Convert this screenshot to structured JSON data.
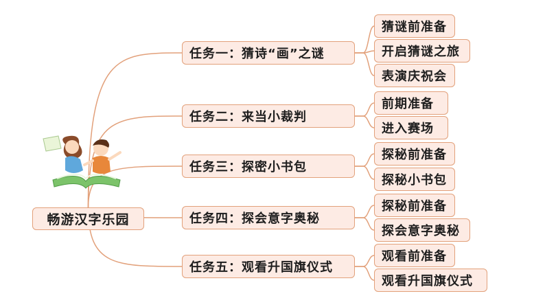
{
  "root": {
    "label": "畅游汉字乐园"
  },
  "tasks": [
    {
      "label": "任务一：猜诗“画”之谜",
      "subs": [
        "猜谜前准备",
        "开启猜谜之旅",
        "表演庆祝会"
      ]
    },
    {
      "label": "任务二：来当小裁判",
      "subs": [
        "前期准备",
        "进入赛场"
      ]
    },
    {
      "label": "任务三：探密小书包",
      "subs": [
        "探秘前准备",
        "探秘小书包"
      ]
    },
    {
      "label": "任务四：探会意字奥秘",
      "subs": [
        "探秘前准备",
        "探会意字奥秘"
      ]
    },
    {
      "label": "任务五：观看升国旗仪式",
      "subs": [
        "观看前准备",
        "观看升国旗仪式"
      ]
    }
  ],
  "colors": {
    "connector": "#e2a07a",
    "box_fill": "#fdebe4",
    "box_border": "#e2a07a"
  },
  "illustration": {
    "icon": "children-reading-book-icon"
  }
}
